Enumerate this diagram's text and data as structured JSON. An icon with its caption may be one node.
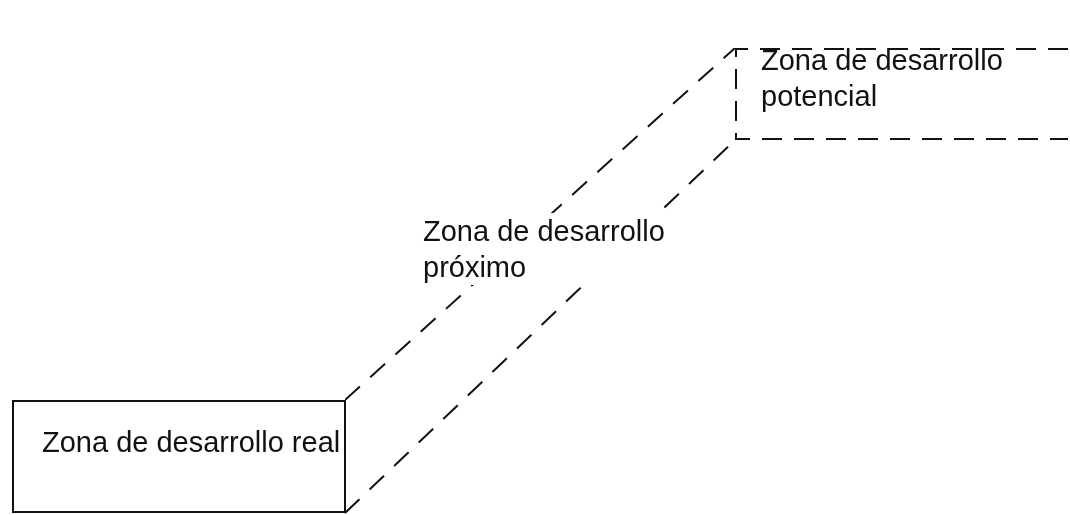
{
  "diagram": {
    "nodes": [
      {
        "text": [
          "Zona de desarrollo real"
        ]
      },
      {
        "text": [
          "Zona de desarrollo próximo"
        ]
      },
      {
        "text": [
          "Zona de desarrollo potencial"
        ]
      }
    ]
  }
}
